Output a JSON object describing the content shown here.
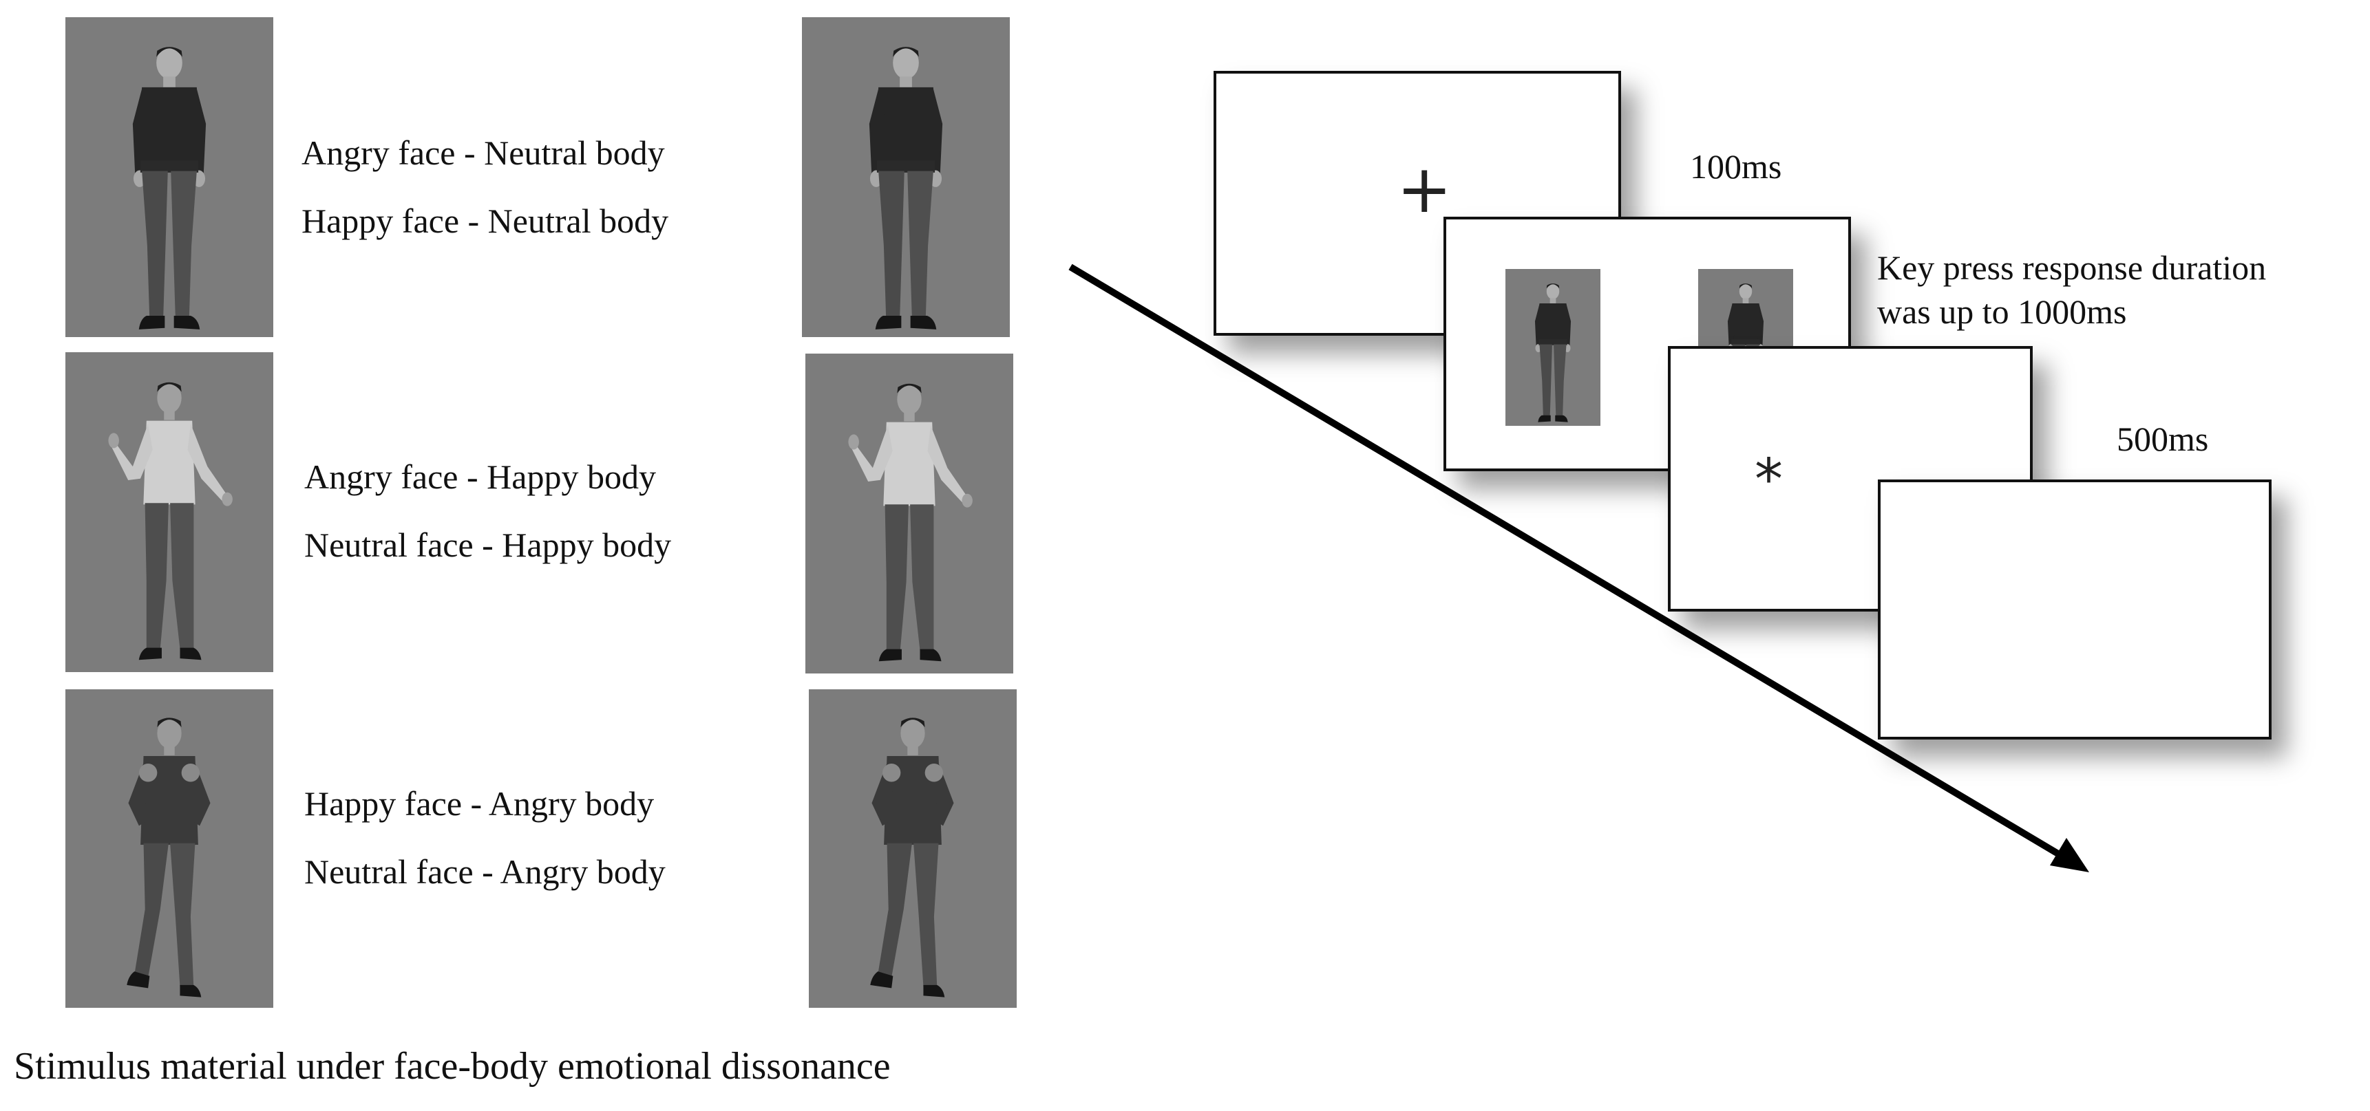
{
  "left_panel": {
    "rows": [
      {
        "labels": [
          "Angry face - Neutral body",
          "Happy face - Neutral body"
        ],
        "body_pose": "neutral-stance-dark-shirt"
      },
      {
        "labels": [
          "Angry face - Happy body",
          "Neutral face - Happy body"
        ],
        "body_pose": "happy-open-arms-light-shirt"
      },
      {
        "labels": [
          "Happy face - Angry body",
          "Neutral face - Angry body"
        ],
        "body_pose": "angry-fists-raised-dark-shirt"
      }
    ],
    "caption": "Stimulus material under face-body emotional dissonance",
    "stimulus_background": "#7c7c7c"
  },
  "trial_sequence": {
    "frames": [
      {
        "content": "fixation-cross",
        "symbol": "+",
        "timing": "100ms"
      },
      {
        "content": "face-body-stimulus-pair",
        "timing_lines": [
          "Key press response duration",
          "was up to 1000ms"
        ]
      },
      {
        "content": "asterisk",
        "symbol": "*",
        "timing": "500ms"
      },
      {
        "content": "blank"
      }
    ],
    "arrow": "time-direction-arrow"
  }
}
